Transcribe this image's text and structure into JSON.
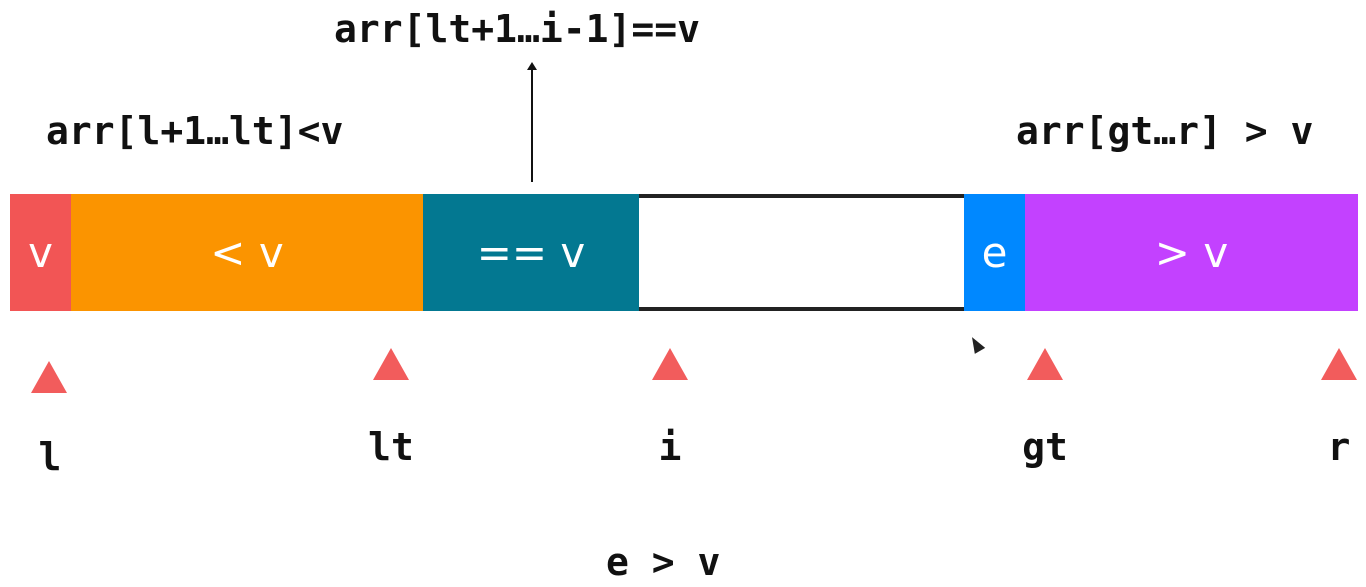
{
  "annotations": {
    "top": "arr[lt+1…i-1]==v",
    "left": "arr[l+1…lt]<v",
    "right": "arr[gt…r] > v",
    "bottom": "e > v"
  },
  "segments": {
    "pivot": "v",
    "less": "< v",
    "equal": "== v",
    "unprocessed": "",
    "current": "e",
    "greater": "> v"
  },
  "segment_colors": {
    "pivot": "#f25555",
    "less": "#fb9400",
    "equal": "#037891",
    "unprocessed": "#ffffff",
    "current": "#0088ff",
    "greater": "#c341ff"
  },
  "indices": {
    "l": "l",
    "lt": "lt",
    "i": "i",
    "gt": "gt",
    "r": "r"
  },
  "marker_color": "#f25c5c",
  "icons": [
    "up-arrow-icon",
    "triangle-marker-icon",
    "mouse-cursor-icon"
  ]
}
